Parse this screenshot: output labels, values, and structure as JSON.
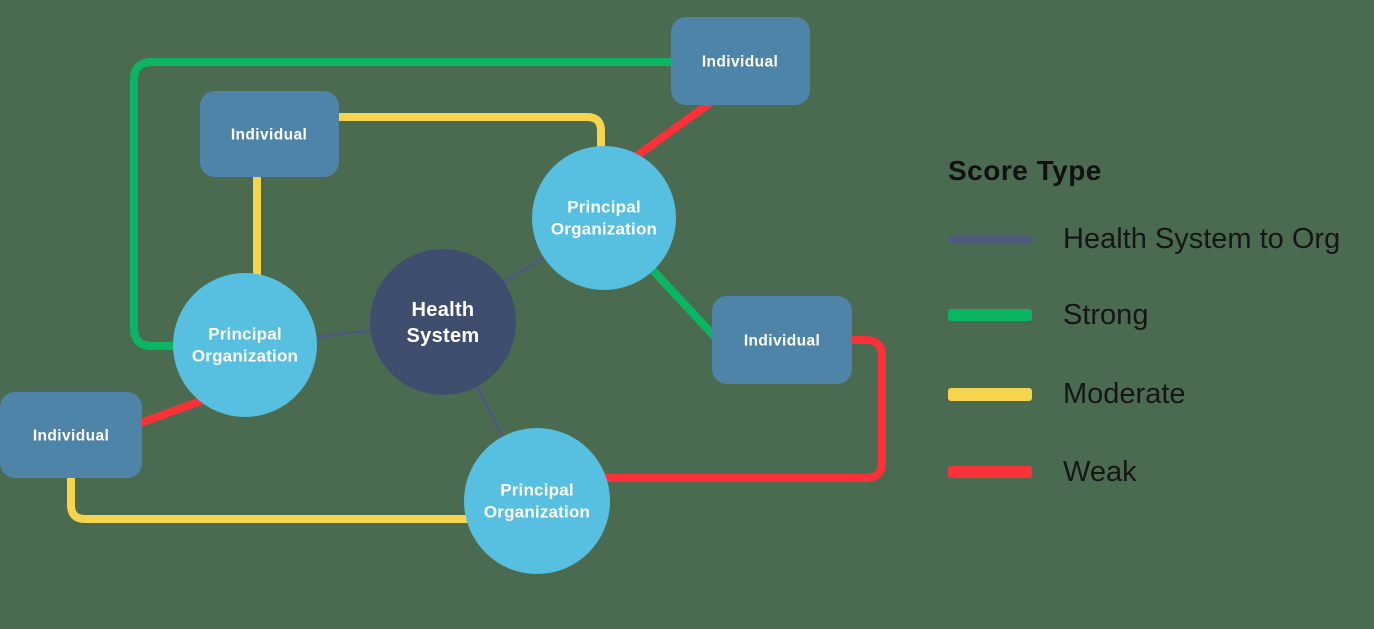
{
  "colors": {
    "background": "#4a6b50",
    "health_system_node": "#3f4e6f",
    "principal_org_node": "#57c0e0",
    "individual_node": "#4d84a8",
    "node_text": "#ffffff",
    "hs_to_org": "#4d5a7e",
    "strong": "#0cb564",
    "moderate": "#f5d54e",
    "weak": "#fa3138",
    "legend_text": "#161616"
  },
  "diagram": {
    "nodes": {
      "health_system": {
        "type": "circle",
        "label_lines": [
          "Health",
          "System"
        ]
      },
      "po_left": {
        "type": "circle",
        "label_lines": [
          "Principal",
          "Organization"
        ]
      },
      "po_top": {
        "type": "circle",
        "label_lines": [
          "Principal",
          "Organization"
        ]
      },
      "po_bottom": {
        "type": "circle",
        "label_lines": [
          "Principal",
          "Organization"
        ]
      },
      "individual_top_left": {
        "type": "rect",
        "label": "Individual"
      },
      "individual_top_right": {
        "type": "rect",
        "label": "Individual"
      },
      "individual_right": {
        "type": "rect",
        "label": "Individual"
      },
      "individual_bottom_left": {
        "type": "rect",
        "label": "Individual"
      }
    },
    "edges": [
      {
        "from": "health_system",
        "to": "po_top",
        "score": "Health System to Org"
      },
      {
        "from": "health_system",
        "to": "po_left",
        "score": "Health System to Org"
      },
      {
        "from": "health_system",
        "to": "po_bottom",
        "score": "Health System to Org"
      },
      {
        "from": "po_left",
        "to": "individual_top_right",
        "score": "Strong"
      },
      {
        "from": "po_top",
        "to": "individual_right",
        "score": "Strong"
      },
      {
        "from": "individual_top_left",
        "to": "po_top",
        "score": "Moderate"
      },
      {
        "from": "individual_top_left",
        "to": "po_left",
        "score": "Moderate"
      },
      {
        "from": "individual_bottom_left",
        "to": "po_bottom",
        "score": "Moderate"
      },
      {
        "from": "individual_top_right",
        "to": "po_top",
        "score": "Weak"
      },
      {
        "from": "po_left",
        "to": "individual_bottom_left",
        "score": "Weak"
      },
      {
        "from": "individual_right",
        "to": "po_bottom",
        "score": "Weak"
      }
    ]
  },
  "legend": {
    "title": "Score Type",
    "items": [
      {
        "label": "Health System to Org",
        "score": "hs_to_org"
      },
      {
        "label": "Strong",
        "score": "strong"
      },
      {
        "label": "Moderate",
        "score": "moderate"
      },
      {
        "label": "Weak",
        "score": "weak"
      }
    ]
  }
}
